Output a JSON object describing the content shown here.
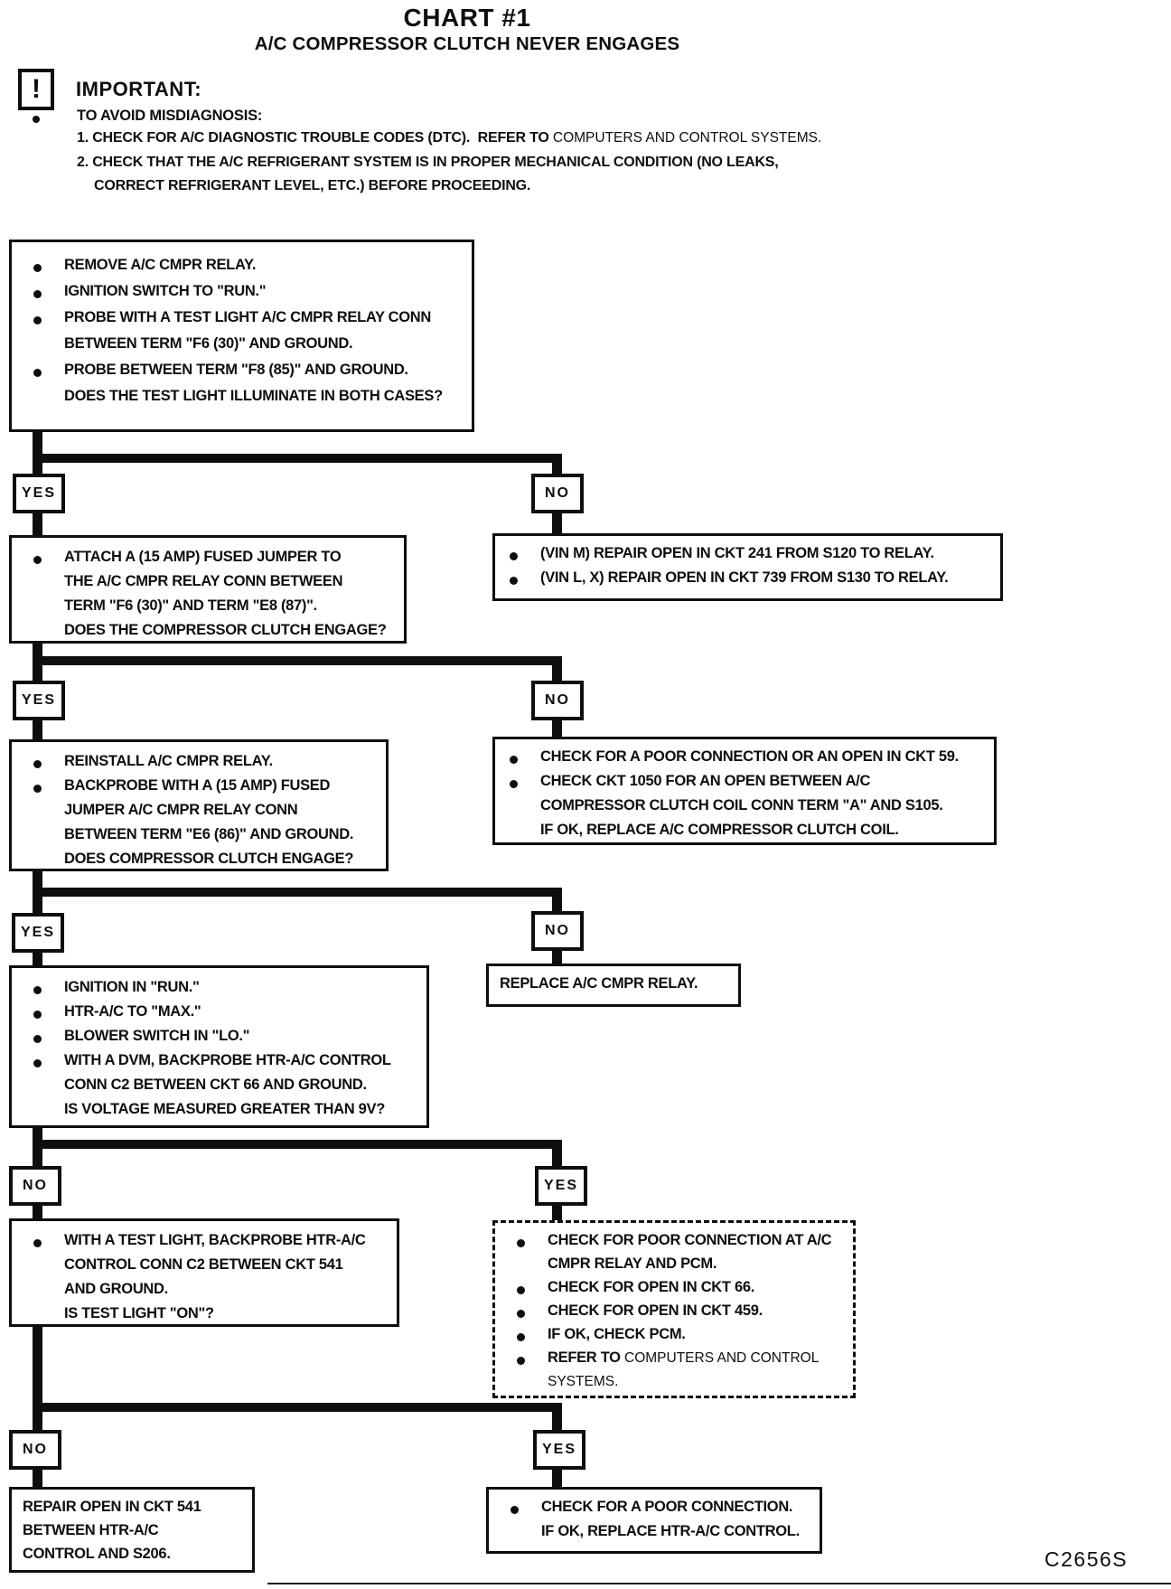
{
  "page": {
    "title": "CHART #1",
    "subtitle": "A/C COMPRESSOR CLUTCH NEVER ENGAGES",
    "figure_code": "C2656S"
  },
  "important": {
    "icon_glyph": "!",
    "label": "IMPORTANT:",
    "heading": "TO AVOID MISDIAGNOSIS:",
    "notes": [
      [
        {
          "t": "1. CHECK FOR A/C DIAGNOSTIC TROUBLE CODES (DTC).  REFER TO "
        },
        {
          "t": "COMPUTERS AND CONTROL SYSTEMS.",
          "light": true
        }
      ],
      [
        {
          "t": "2. CHECK THAT THE A/C REFRIGERANT SYSTEM IS IN PROPER MECHANICAL CONDITION (NO LEAKS,"
        }
      ],
      [
        {
          "t": "CORRECT REFRIGERANT LEVEL, ETC.) BEFORE PROCEEDING."
        }
      ]
    ]
  },
  "flowchart": {
    "nodes": [
      {
        "id": "step-1",
        "lines": [
          {
            "b": 1,
            "t": "REMOVE A/C CMPR RELAY."
          },
          {
            "b": 1,
            "t": "IGNITION SWITCH TO \"RUN.\""
          },
          {
            "b": 1,
            "t": "PROBE WITH A TEST LIGHT A/C CMPR RELAY CONN"
          },
          {
            "t": "BETWEEN TERM \"F6 (30)\" AND GROUND."
          },
          {
            "b": 1,
            "t": "PROBE BETWEEN TERM \"F8 (85)\" AND GROUND."
          },
          {
            "t": "DOES THE TEST LIGHT ILLUMINATE IN BOTH CASES?"
          }
        ]
      },
      {
        "id": "step-2-yes",
        "lines": [
          {
            "b": 1,
            "t": "ATTACH A (15 AMP) FUSED JUMPER TO"
          },
          {
            "t": "THE A/C CMPR RELAY CONN BETWEEN"
          },
          {
            "t": "TERM \"F6 (30)\" AND TERM \"E8 (87)\"."
          },
          {
            "t": "DOES THE COMPRESSOR CLUTCH ENGAGE?"
          }
        ]
      },
      {
        "id": "step-2-no",
        "lines": [
          {
            "b": 1,
            "t": "(VIN M) REPAIR OPEN IN CKT 241 FROM S120 TO RELAY."
          },
          {
            "b": 1,
            "t": "(VIN L, X) REPAIR OPEN IN CKT 739 FROM S130 TO RELAY."
          }
        ]
      },
      {
        "id": "step-3-yes",
        "lines": [
          {
            "b": 1,
            "t": "REINSTALL A/C CMPR RELAY."
          },
          {
            "b": 1,
            "t": "BACKPROBE WITH A (15 AMP) FUSED"
          },
          {
            "t": "JUMPER A/C CMPR RELAY CONN"
          },
          {
            "t": "BETWEEN TERM \"E6 (86)\" AND GROUND."
          },
          {
            "t": "DOES COMPRESSOR CLUTCH ENGAGE?"
          }
        ]
      },
      {
        "id": "step-3-no",
        "lines": [
          {
            "b": 1,
            "t": "CHECK FOR A POOR CONNECTION OR AN OPEN IN CKT 59."
          },
          {
            "b": 1,
            "t": "CHECK CKT 1050 FOR AN OPEN BETWEEN A/C"
          },
          {
            "t": "COMPRESSOR CLUTCH COIL CONN TERM \"A\" AND S105."
          },
          {
            "t": "IF OK, REPLACE A/C COMPRESSOR CLUTCH COIL."
          }
        ]
      },
      {
        "id": "step-4-yes",
        "lines": [
          {
            "b": 1,
            "t": "IGNITION IN \"RUN.\""
          },
          {
            "b": 1,
            "t": "HTR-A/C TO \"MAX.\""
          },
          {
            "b": 1,
            "t": "BLOWER SWITCH IN \"LO.\""
          },
          {
            "b": 1,
            "t": "WITH A DVM, BACKPROBE HTR-A/C CONTROL"
          },
          {
            "t": "CONN C2 BETWEEN CKT 66 AND GROUND."
          },
          {
            "t": "IS VOLTAGE MEASURED GREATER THAN 9V?"
          }
        ]
      },
      {
        "id": "step-4-no",
        "lines": [
          {
            "plain": 1,
            "t": "REPLACE A/C CMPR RELAY."
          }
        ]
      },
      {
        "id": "step-5-no",
        "lines": [
          {
            "b": 1,
            "t": "WITH A TEST LIGHT, BACKPROBE HTR-A/C"
          },
          {
            "t": "CONTROL CONN C2 BETWEEN CKT 541"
          },
          {
            "t": "AND GROUND."
          },
          {
            "t": "IS TEST LIGHT \"ON\"?"
          }
        ]
      },
      {
        "id": "step-5-yes",
        "lines": [
          {
            "b": 1,
            "t": "CHECK FOR POOR CONNECTION AT A/C"
          },
          {
            "t": "CMPR RELAY AND PCM."
          },
          {
            "b": 1,
            "t": "CHECK FOR OPEN IN CKT 66."
          },
          {
            "b": 1,
            "t": "CHECK FOR OPEN IN CKT 459."
          },
          {
            "b": 1,
            "t": "IF OK, CHECK PCM."
          },
          {
            "b": 1,
            "segs": [
              {
                "t": "REFER TO "
              },
              {
                "t": "COMPUTERS AND CONTROL",
                "light": true
              }
            ]
          },
          {
            "segs": [
              {
                "t": "SYSTEMS.",
                "light": true
              }
            ]
          }
        ]
      },
      {
        "id": "step-6-no",
        "lines": [
          {
            "plain": 1,
            "t": "REPAIR OPEN IN CKT 541"
          },
          {
            "plain": 1,
            "t": "BETWEEN HTR-A/C"
          },
          {
            "plain": 1,
            "t": "CONTROL AND S206."
          }
        ]
      },
      {
        "id": "step-6-yes",
        "lines": [
          {
            "b": 1,
            "t": "CHECK FOR A POOR CONNECTION."
          },
          {
            "t": "IF OK, REPLACE HTR-A/C CONTROL."
          }
        ]
      }
    ],
    "decisions": [
      {
        "id": "d1-yes",
        "label": "YES"
      },
      {
        "id": "d1-no",
        "label": "NO"
      },
      {
        "id": "d2-yes",
        "label": "YES"
      },
      {
        "id": "d2-no",
        "label": "NO"
      },
      {
        "id": "d3-yes",
        "label": "YES"
      },
      {
        "id": "d3-no",
        "label": "NO"
      },
      {
        "id": "d4-no",
        "label": "NO"
      },
      {
        "id": "d4-yes",
        "label": "YES"
      },
      {
        "id": "d5-no",
        "label": "NO"
      },
      {
        "id": "d5-yes",
        "label": "YES"
      }
    ]
  }
}
